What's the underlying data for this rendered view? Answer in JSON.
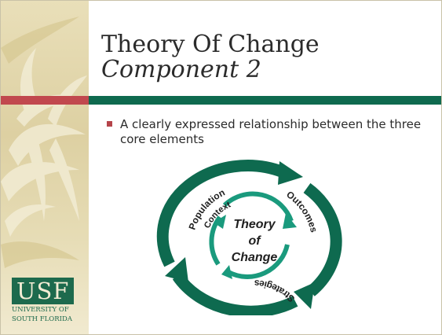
{
  "slide": {
    "title_line1": "Theory Of Change",
    "title_line2": "Component 2"
  },
  "content": {
    "bullet": "A clearly expressed relationship between the three core elements"
  },
  "diagram": {
    "center_line1": "Theory",
    "center_line2": "of",
    "center_line3": "Change",
    "label_population": "Population",
    "label_context": "Context",
    "label_outcomes": "Outcomes",
    "label_strategies": "Strategies"
  },
  "logo": {
    "mark": "USF",
    "line1": "UNIVERSITY OF",
    "line2": "SOUTH FLORIDA"
  },
  "colors": {
    "outer_ring": "#0e6a4f",
    "inner_ring": "#1a9a7d",
    "accent_red": "#c1484e",
    "sidebar": "#e6dcb5"
  }
}
